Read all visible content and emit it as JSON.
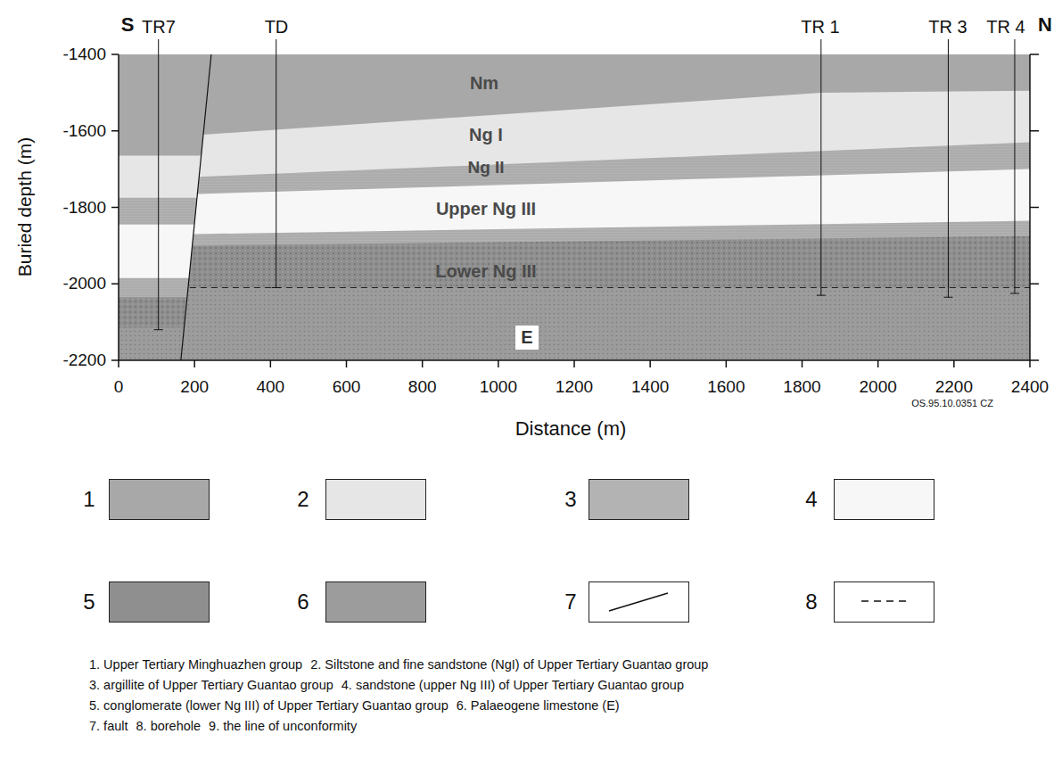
{
  "diagram": {
    "labels": [
      "S",
      "TR7",
      "TD",
      "TR 1",
      "TR 3",
      "TR 4",
      "N",
      "-1400",
      "-1600",
      "-1800",
      "-2000",
      "-2200",
      "Buried depth (m)",
      "0",
      "200",
      "400",
      "600",
      "800",
      "1000",
      "1200",
      "1400",
      "1600",
      "1800",
      "2000",
      "2200",
      "2400",
      "Distance (m)",
      "OS.95.10.0351 CZ",
      "Nm",
      "Ng I",
      "Ng II",
      "Upper Ng III",
      "Lower Ng III",
      "E",
      "1. Upper Tertiary Minghuazhen group",
      "2. Siltstone and fine sandstone (NgI) of Upper Tertiary Guantao group",
      "3. argillite of Upper Tertiary Guantao group",
      "4. sandstone (upper Ng III) of Upper Tertiary Guantao group",
      "5. conglomerate (lower Ng III) of Upper Tertiary Guantao group",
      "6. Palaeogene limestone (E)",
      "7. fault",
      "8. borehole",
      "9. the line of unconformity"
    ],
    "legend": [
      {
        "text": "1",
        "color": "#a8a8a8"
      },
      {
        "text": "2",
        "color": "#e6e6e6"
      },
      {
        "text": "3",
        "color": "#b3b3b3"
      },
      {
        "text": "4",
        "color": "#f7f7f7"
      },
      {
        "text": "5",
        "color": "#8f8f8f"
      },
      {
        "text": "6",
        "color": "#9c9c9c"
      },
      {
        "text": "7"
      },
      {
        "text": "8"
      }
    ]
  }
}
